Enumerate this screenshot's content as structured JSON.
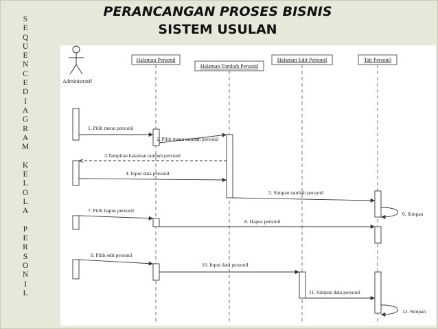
{
  "sidebar": {
    "vertical_letters": [
      "S",
      "E",
      "Q",
      "U",
      "E",
      "N",
      "C",
      "E",
      "D",
      "I",
      "A",
      "G",
      "R",
      "A",
      "M",
      "",
      "K",
      "E",
      "L",
      "O",
      "L",
      "A",
      "",
      "P",
      "E",
      "R",
      "S",
      "O",
      "N",
      "I",
      "L"
    ]
  },
  "title": {
    "line1": "PERANCANGAN PROSES BISNIS",
    "line2": "SISTEM USULAN"
  },
  "diagram": {
    "actor": "Administratif",
    "lifelines": {
      "halaman_personil": "Halaman Personil",
      "halaman_tambah": "Halaman Tambah Personil",
      "halaman_edit": "Halaman Edit Personil",
      "tab_personil": "Tab Personil"
    },
    "messages": {
      "m1": "1. Pilih menu personil",
      "m2": "2. Pilih menu tambah personil",
      "m3": "3.Tampilan halaman tambah personil",
      "m4": "4. Input data personil",
      "m5": "5. Simpan tambah personil",
      "m6": "6. Simpan",
      "m7": "7. Pilih hapus personil",
      "m8": "8. Hapus personil",
      "m9": "9. Pilih edit personil",
      "m10": "10. Input data personil",
      "m11": "11. Simpan data personil",
      "m12": "12. Simpan"
    }
  },
  "colors": {
    "background": "#e6e8d9",
    "diagram_bg": "#ffffff",
    "line": "#333333"
  }
}
